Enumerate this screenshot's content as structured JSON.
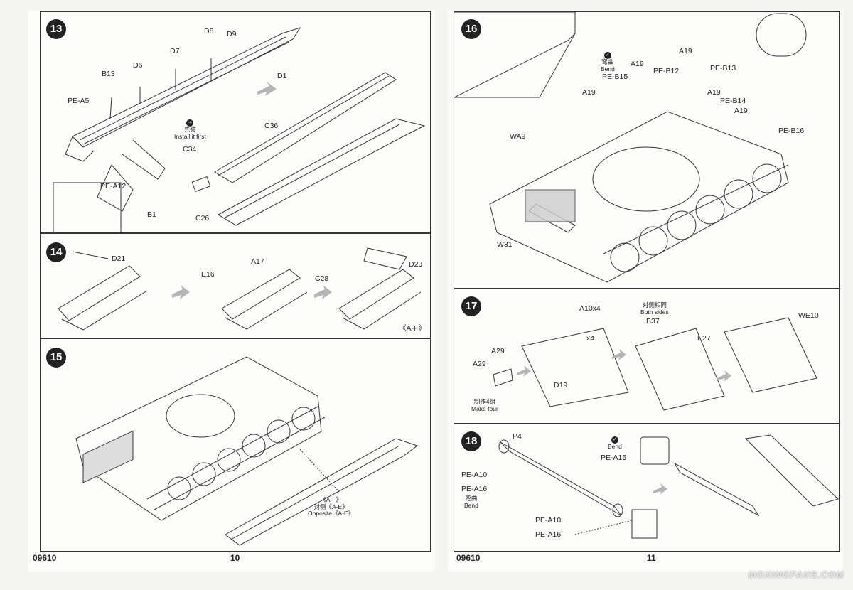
{
  "left_page": {
    "catalog_no": "09610",
    "page_no": "10",
    "step13": {
      "number": "13",
      "parts": [
        "D8",
        "D9",
        "D7",
        "D6",
        "B13",
        "PE-A5",
        "D1",
        "C36",
        "C34",
        "C26",
        "PE-A12",
        "B1"
      ],
      "install_first_zh": "先装",
      "install_first_en": "Install it first"
    },
    "step14": {
      "number": "14",
      "parts": [
        "D21",
        "E16",
        "A17",
        "C28",
        "D23"
      ],
      "ref": "《A-F》"
    },
    "step15": {
      "number": "15",
      "ref": "《A-F》",
      "opposite_zh": "对侧《A-E》",
      "opposite_en": "Opposite《A-E》"
    }
  },
  "right_page": {
    "catalog_no": "09610",
    "page_no": "11",
    "step16": {
      "number": "16",
      "bend_zh": "弯曲",
      "bend_en": "Bend",
      "parts": [
        "PE-B15",
        "A19",
        "PE-B12",
        "A19",
        "PE-B13",
        "A19",
        "PE-B14",
        "A19",
        "PE-B16",
        "A19",
        "WA9",
        "W31"
      ]
    },
    "step17": {
      "number": "17",
      "parts": [
        "A10x4",
        "x4",
        "A29",
        "A29",
        "D19",
        "B37",
        "E27",
        "WE10"
      ],
      "both_sides_zh": "对侧相同",
      "both_sides_en": "Both sides",
      "make_four_zh": "制作4组",
      "make_four_en": "Make four"
    },
    "step18": {
      "number": "18",
      "parts": [
        "P4",
        "PE-A15",
        "PE-A10",
        "PE-A16",
        "PE-A10",
        "PE-A16"
      ],
      "bend_zh": "弯曲",
      "bend_en": "Bend"
    }
  },
  "watermark": "MOXINGFANS.COM"
}
